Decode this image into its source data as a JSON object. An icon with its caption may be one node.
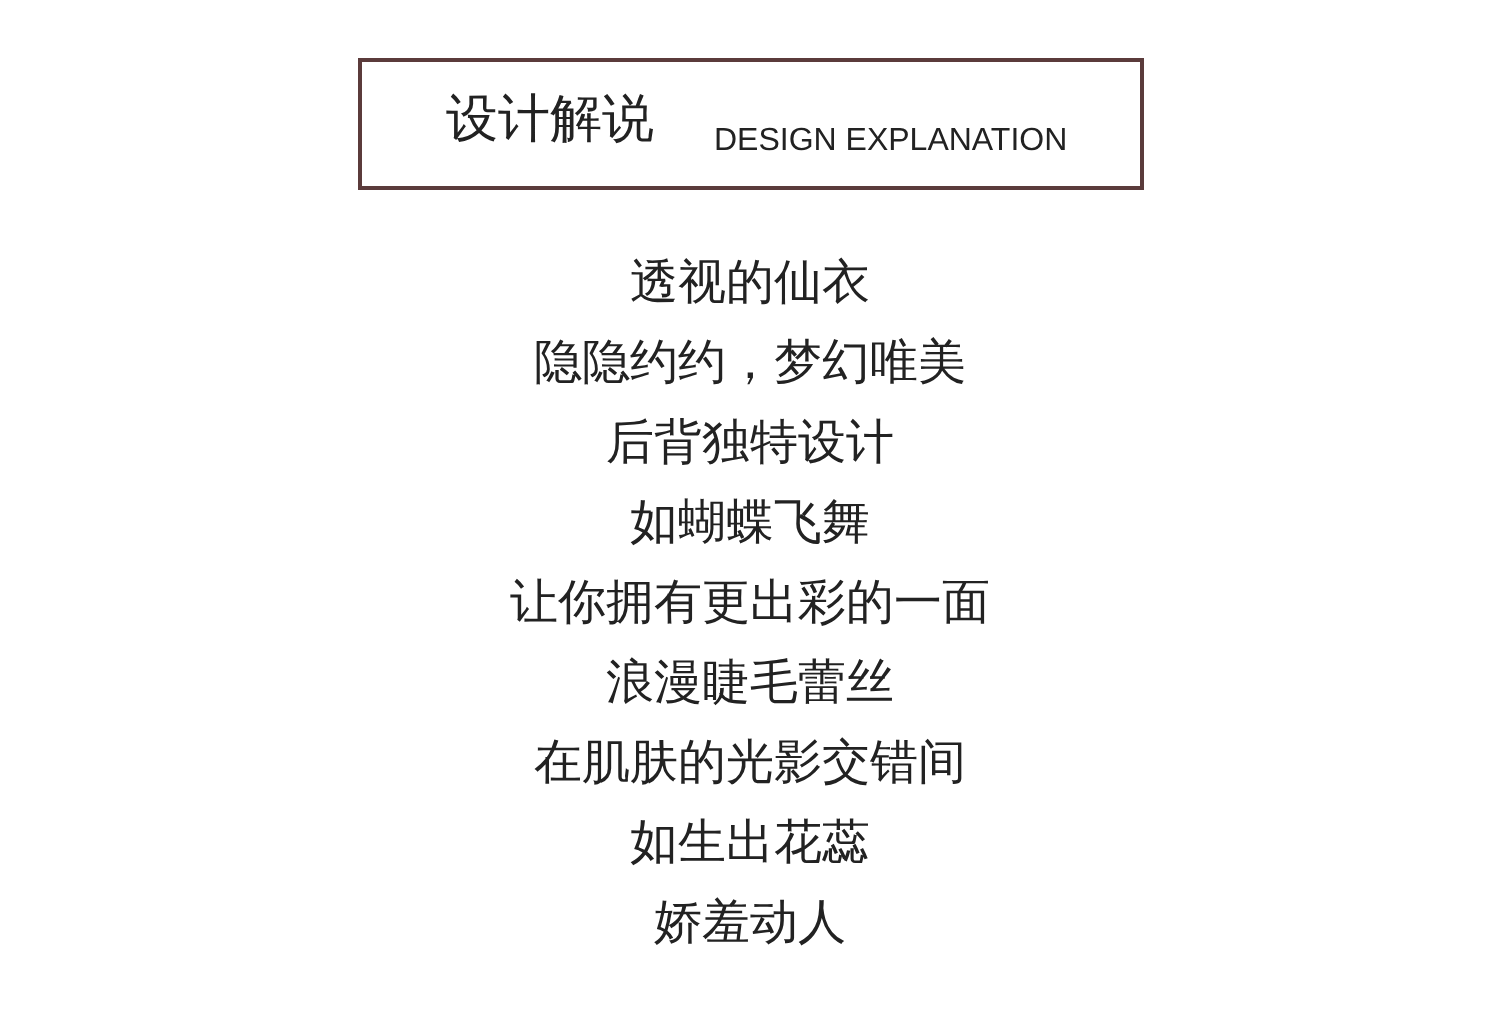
{
  "diagram": {
    "nodes": [
      {
        "text": [
          "设计解说",
          "DESIGN EXPLANATION"
        ]
      }
    ],
    "labels": [
      "透视的仙衣",
      "隐隐约约，梦幻唯美",
      "后背独特设计",
      "如蝴蝶飞舞",
      "让你拥有更出彩的一面",
      "浪漫睫毛蕾丝",
      "在肌肤的光影交错间",
      "如生出花蕊",
      "娇羞动人"
    ]
  }
}
